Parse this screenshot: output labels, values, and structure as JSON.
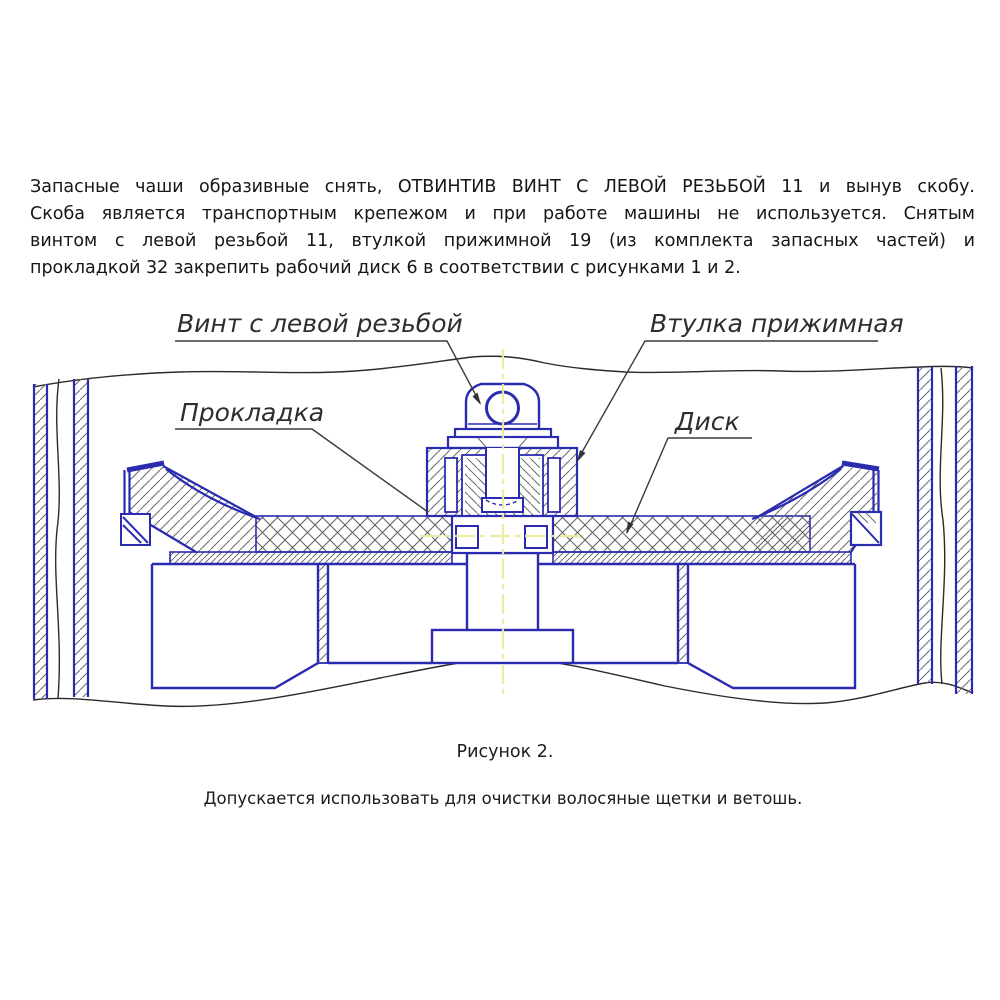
{
  "page": {
    "background": "#ffffff",
    "text_color": "#161616"
  },
  "paragraph": {
    "lines": [
      "Запасные чаши образивные снять, ОТВИНТИВ ВИНТ С ЛЕВОЙ РЕЗЬБОЙ 11 и вынув скобу.",
      "Скоба является транспортным крепежом и при работе машины не используется. Снятым",
      "винтом с левой резьбой 11, втулкой прижимной 19 (из комплекта запасных частей) и",
      "прокладкой 32 закрепить рабочий диск 6 в соответствии с рисунками 1 и 2."
    ]
  },
  "figure": {
    "caption": "Рисунок 2.",
    "labels": {
      "screw": "Винт с левой резьбой",
      "bushing": "Втулка прижимная",
      "gasket": "Прокладка",
      "disk": "Диск"
    },
    "colors": {
      "outline_blue": "#2b2bb0",
      "hatch_gray": "#666666",
      "break_line_black": "#2b2b2b",
      "centerline_yellow": "#ebe9a0"
    }
  },
  "footer": {
    "note": "Допускается использовать для очистки волосяные щетки и ветошь."
  }
}
